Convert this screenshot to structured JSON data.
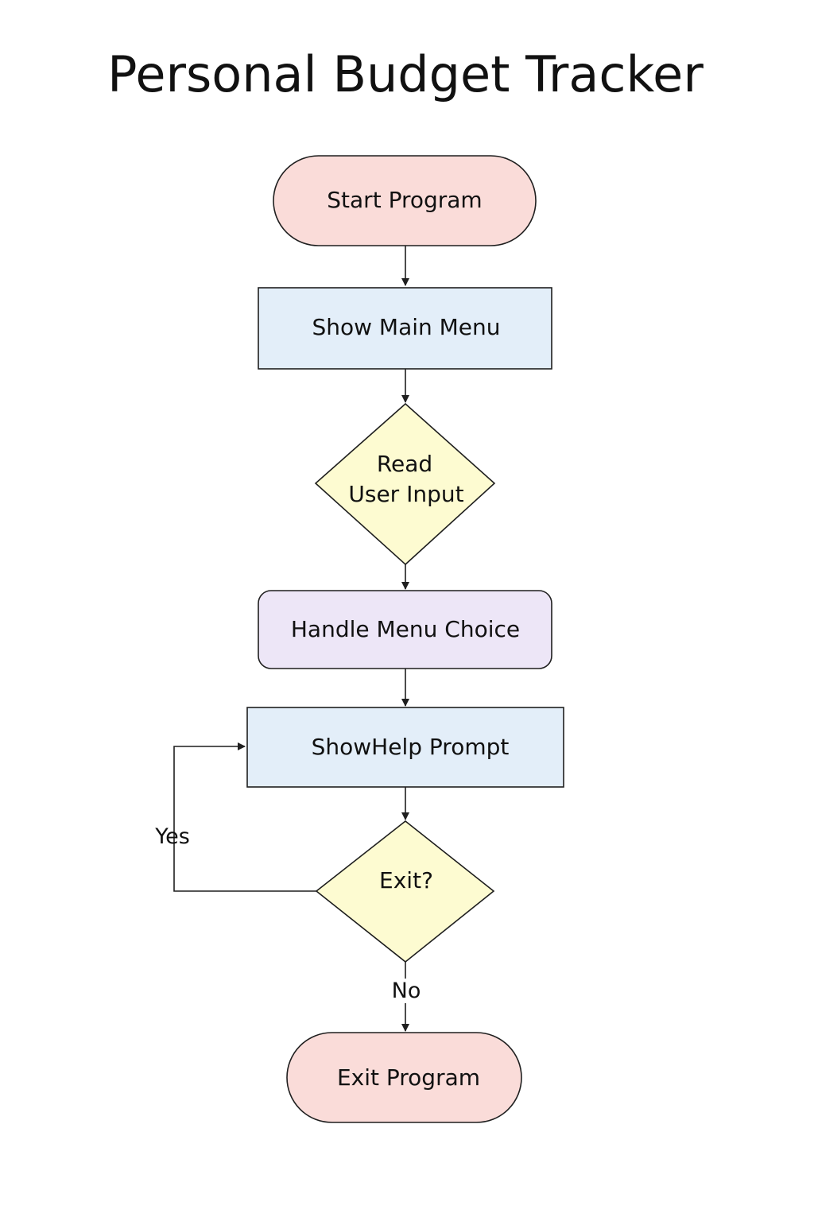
{
  "title": "Personal Budget Tracker",
  "nodes": {
    "start": {
      "label": "Start Program",
      "shape": "terminal",
      "color": "#fadcd9"
    },
    "menu": {
      "label": "Show Main Menu",
      "shape": "process",
      "color": "#e3eef9"
    },
    "read": {
      "lines": [
        "Read",
        "User Input"
      ],
      "shape": "decision",
      "color": "#fdfbd1"
    },
    "handle": {
      "label": "Handle Menu Choice",
      "shape": "rounded-process",
      "color": "#ede6f7"
    },
    "help": {
      "label": "ShowHelp Prompt",
      "shape": "process",
      "color": "#e3eef9"
    },
    "exit_q": {
      "label": "Exit?",
      "shape": "decision",
      "color": "#fdfbd1"
    },
    "exit": {
      "label": "Exit Program",
      "shape": "terminal",
      "color": "#fadcd9"
    }
  },
  "edge_labels": {
    "yes": "Yes",
    "no": "No"
  },
  "colors": {
    "stroke": "#1f1f1f",
    "text": "#111111"
  }
}
